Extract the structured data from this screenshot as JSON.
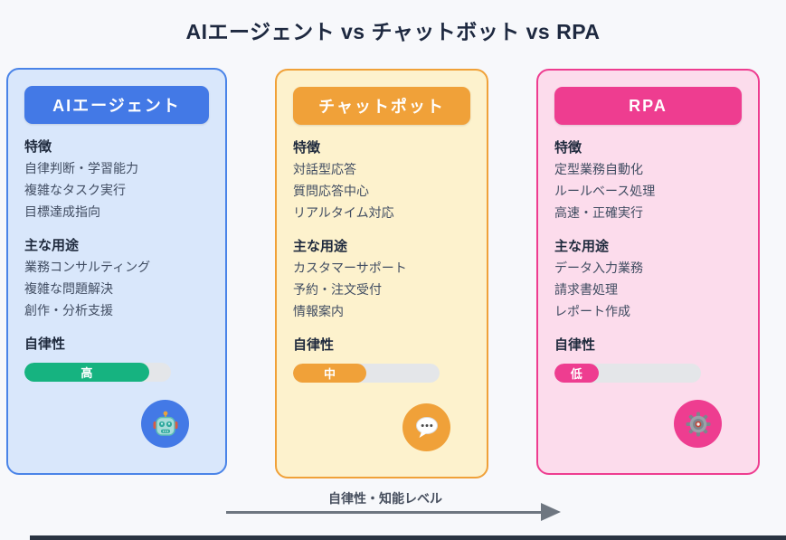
{
  "title": "AIエージェント vs チャットボット vs RPA",
  "cards": [
    {
      "header": "AIエージェント",
      "features_title": "特徴",
      "features": [
        "自律判断・学習能力",
        "複雑なタスク実行",
        "目標達成指向"
      ],
      "uses_title": "主な用途",
      "uses": [
        "業務コンサルティング",
        "複雑な問題解決",
        "創作・分析支援"
      ],
      "autonomy_title": "自律性",
      "autonomy_badge": "高",
      "autonomy_percent": 85,
      "icon": "robot-icon",
      "colors": {
        "accent": "#4379e6",
        "background": "#d9e7fb",
        "border": "#4a84e8",
        "bar_fill": "#16b380",
        "bar_track": "#e4e6e9"
      }
    },
    {
      "header": "チャットポット",
      "features_title": "特徴",
      "features": [
        "対話型応答",
        "質問応答中心",
        "リアルタイム対応"
      ],
      "uses_title": "主な用途",
      "uses": [
        "カスタマーサポート",
        "予約・注文受付",
        "情報案内"
      ],
      "autonomy_title": "自律性",
      "autonomy_badge": "中",
      "autonomy_percent": 50,
      "icon": "speech-bubble-icon",
      "colors": {
        "accent": "#f0a139",
        "background": "#fdf2cd",
        "border": "#f0a139",
        "bar_fill": "#f0a139",
        "bar_track": "#e4e6e9"
      }
    },
    {
      "header": "RPA",
      "features_title": "特徴",
      "features": [
        "定型業務自動化",
        "ルールベース処理",
        "高速・正確実行"
      ],
      "uses_title": "主な用途",
      "uses": [
        "データ入力業務",
        "請求書処理",
        "レポート作成"
      ],
      "autonomy_title": "自律性",
      "autonomy_badge": "低",
      "autonomy_percent": 30,
      "icon": "gear-icon",
      "colors": {
        "accent": "#ee3d90",
        "background": "#fcdcec",
        "border": "#ee3d90",
        "bar_fill": "#ee3d90",
        "bar_track": "#e4e6e9"
      }
    }
  ],
  "footer": {
    "axis_label": "自律性・知能レベル"
  },
  "page_colors": {
    "background": "#f7f8fb",
    "title_text": "#1e2940",
    "axis_arrow": "#6e7680",
    "bottom_bar": "#2a3442"
  }
}
